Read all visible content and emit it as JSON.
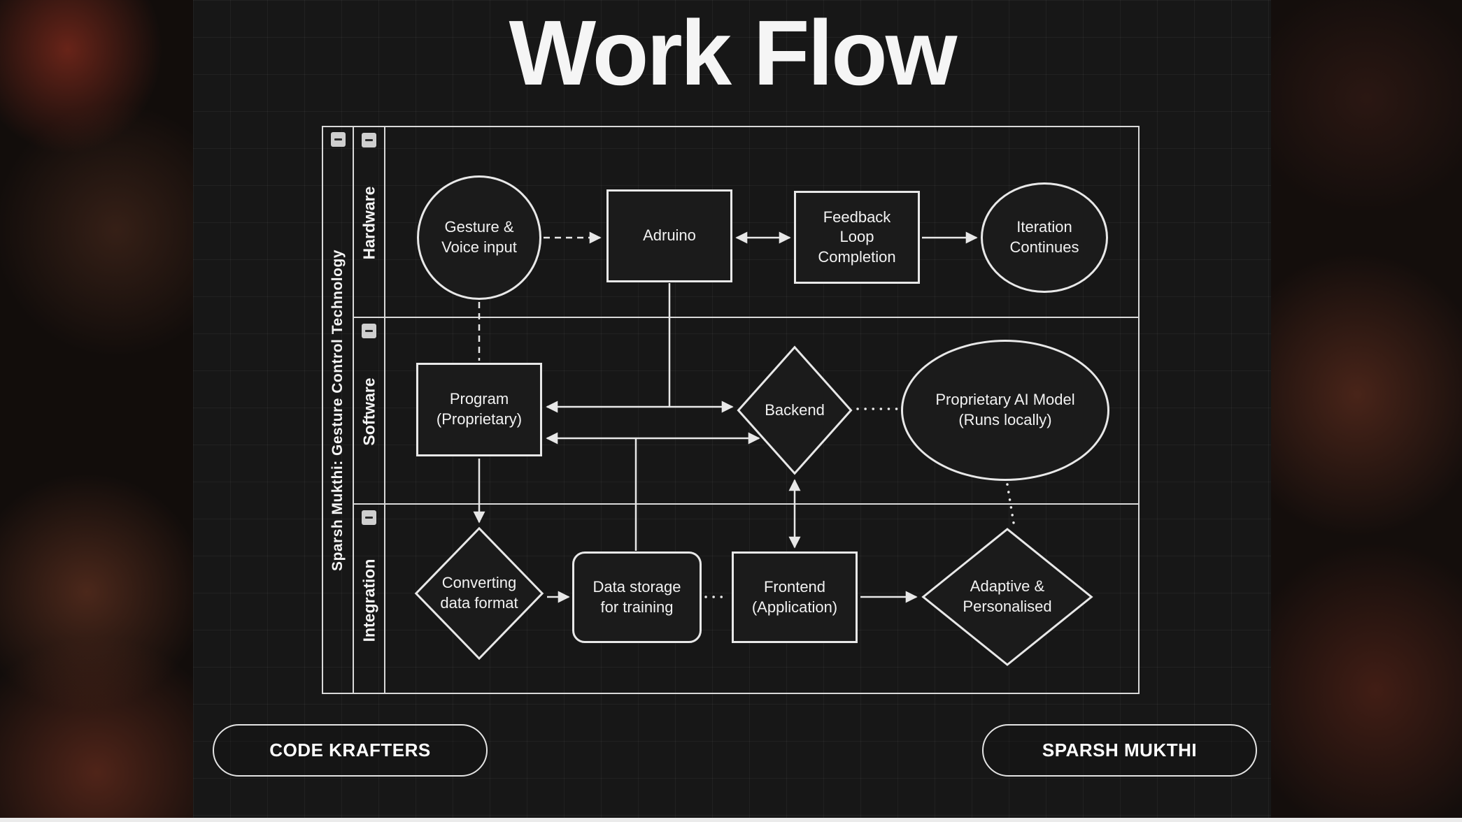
{
  "title": "Work Flow",
  "pool": {
    "title": "Sparsh Mukthi: Gesture Control Technology",
    "lanes": [
      "Hardware",
      "Software",
      "Integration"
    ],
    "collapse_icon": "minus-icon"
  },
  "nodes": {
    "gesture": {
      "label": "Gesture &\nVoice input",
      "shape": "circle",
      "lane": "Hardware"
    },
    "arduino": {
      "label": "Adruino",
      "shape": "rectangle",
      "lane": "Hardware"
    },
    "feedback": {
      "label": "Feedback\nLoop\nCompletion",
      "shape": "rectangle",
      "lane": "Hardware"
    },
    "iteration": {
      "label": "Iteration\nContinues",
      "shape": "ellipse",
      "lane": "Hardware"
    },
    "program": {
      "label": "Program\n(Proprietary)",
      "shape": "rectangle",
      "lane": "Software"
    },
    "backend": {
      "label": "Backend",
      "shape": "diamond",
      "lane": "Software"
    },
    "ai_model": {
      "label": "Proprietary AI Model\n(Runs locally)",
      "shape": "ellipse",
      "lane": "Software"
    },
    "converting": {
      "label": "Converting\ndata format",
      "shape": "diamond",
      "lane": "Integration"
    },
    "data_storage": {
      "label": "Data storage\nfor training",
      "shape": "rounded-rectangle",
      "lane": "Integration"
    },
    "frontend": {
      "label": "Frontend\n(Application)",
      "shape": "rectangle",
      "lane": "Integration"
    },
    "adaptive": {
      "label": "Adaptive &\nPersonalised",
      "shape": "diamond",
      "lane": "Integration"
    }
  },
  "edges": [
    {
      "from": "gesture",
      "to": "arduino",
      "style": "dashed",
      "arrows": "end"
    },
    {
      "from": "arduino",
      "to": "feedback",
      "style": "solid",
      "arrows": "both"
    },
    {
      "from": "feedback",
      "to": "iteration",
      "style": "solid",
      "arrows": "end"
    },
    {
      "from": "gesture",
      "to": "program",
      "style": "dashed",
      "arrows": "none"
    },
    {
      "from": "arduino",
      "to": "program",
      "style": "solid",
      "arrows": "end"
    },
    {
      "from": "arduino",
      "to": "backend",
      "style": "solid",
      "arrows": "end"
    },
    {
      "from": "data_storage",
      "to": "program",
      "style": "solid",
      "arrows": "end"
    },
    {
      "from": "data_storage",
      "to": "backend",
      "style": "solid",
      "arrows": "end"
    },
    {
      "from": "backend",
      "to": "ai_model",
      "style": "dotted",
      "arrows": "none"
    },
    {
      "from": "program",
      "to": "converting",
      "style": "solid",
      "arrows": "end"
    },
    {
      "from": "converting",
      "to": "data_storage",
      "style": "solid",
      "arrows": "end"
    },
    {
      "from": "data_storage",
      "to": "frontend",
      "style": "dotted",
      "arrows": "none"
    },
    {
      "from": "frontend",
      "to": "backend",
      "style": "solid",
      "arrows": "both"
    },
    {
      "from": "frontend",
      "to": "adaptive",
      "style": "solid",
      "arrows": "end"
    },
    {
      "from": "ai_model",
      "to": "adaptive",
      "style": "dotted",
      "arrows": "none"
    }
  ],
  "footer": {
    "left_button": "CODE KRAFTERS",
    "right_button": "SPARSH MUKTHI"
  },
  "colors": {
    "slide_background": "#171717",
    "node_fill": "#1b1b1b",
    "stroke": "#e8e8e8",
    "text": "#f2f2f2",
    "edge_glow": "#8a3a26"
  }
}
